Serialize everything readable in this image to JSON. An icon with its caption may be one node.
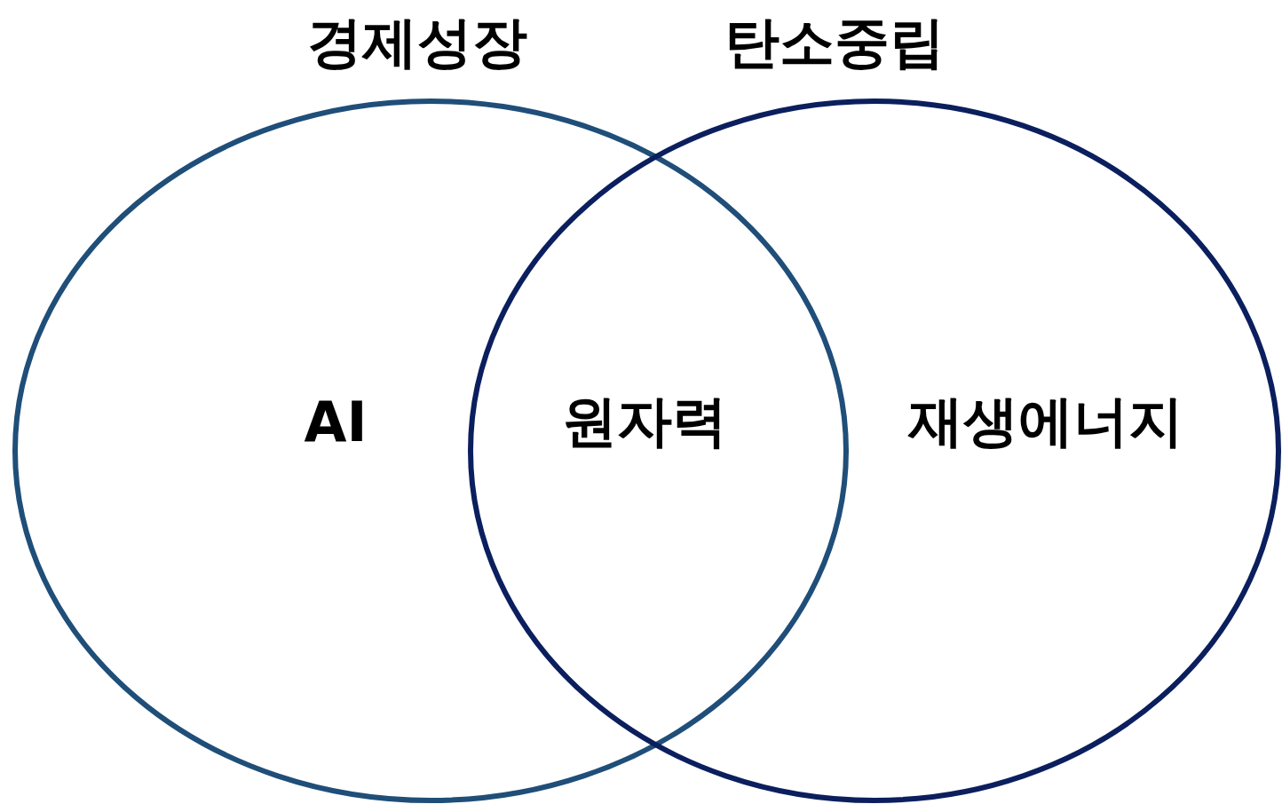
{
  "diagram": {
    "nodes": [
      {
        "text": [
          "경제성장"
        ]
      },
      {
        "text": [
          "탄소중립"
        ]
      }
    ],
    "labels": [
      "AI",
      "원자력",
      "재생에너지"
    ]
  }
}
